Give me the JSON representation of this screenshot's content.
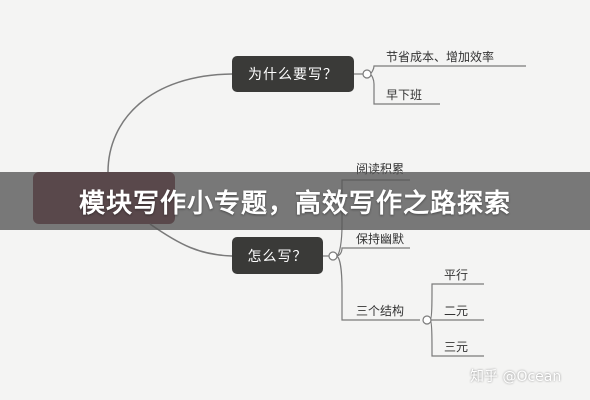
{
  "mindmap": {
    "center_node": "",
    "branches": [
      {
        "label": "为什么要写？",
        "children": [
          {
            "label": "节省成本、增加效率",
            "children": []
          },
          {
            "label": "早下班",
            "children": []
          }
        ]
      },
      {
        "label": "怎么写？",
        "children": [
          {
            "label": "阅读积累",
            "children": []
          },
          {
            "label": "保持幽默",
            "children": []
          },
          {
            "label": "三个结构",
            "children": [
              {
                "label": "平行"
              },
              {
                "label": "二元"
              },
              {
                "label": "三元"
              }
            ]
          }
        ]
      }
    ]
  },
  "banner": {
    "title": "模块写作小专题，高效写作之路探索"
  },
  "watermark": {
    "text": "知乎 @Ocean"
  },
  "colors": {
    "background": "#f4f4f3",
    "node_fill": "#3a3a38",
    "center_node_fill": "#6b1e2a",
    "line": "#7a7a7a",
    "banner_overlay": "#555555"
  }
}
